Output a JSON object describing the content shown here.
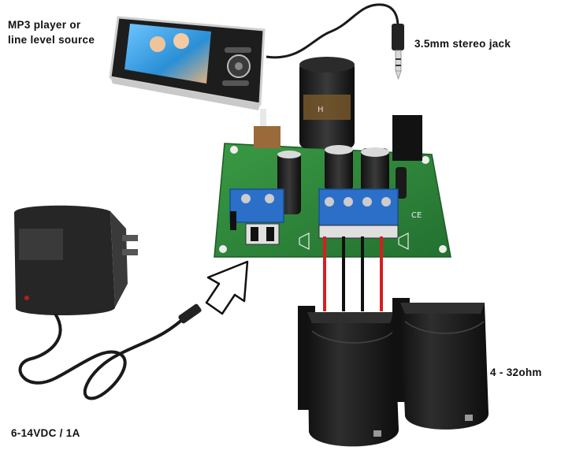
{
  "labels": {
    "source": "MP3 player or\nline level source",
    "jack": "3.5mm stereo jack",
    "power": "6-14VDC / 1A",
    "speakers": "4 - 32ohm"
  },
  "colors": {
    "pcb": "#2f8a3a",
    "terminal": "#2b6fc9",
    "wire_red": "#d61e1e",
    "wire_black": "#111111",
    "speaker": "#1c1c1c",
    "adapter": "#262626"
  },
  "icons": [
    "mp3-player-icon",
    "stereo-jack-icon",
    "amplifier-board-icon",
    "power-adapter-icon",
    "speaker-icon",
    "arrow-icon"
  ]
}
